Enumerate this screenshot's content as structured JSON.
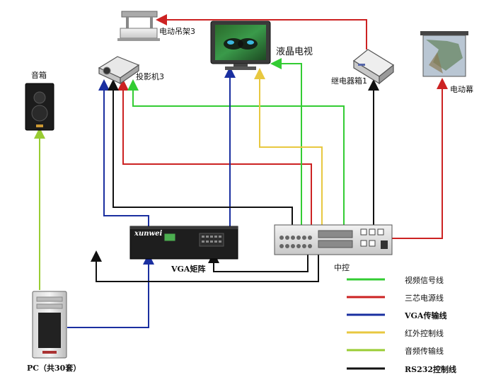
{
  "labels": {
    "speaker": "音箱",
    "motor_lift": "电动吊架3",
    "projector": "投影机3",
    "lcd_tv": "液晶电视",
    "relay_box": "继电器箱1",
    "screen": "电动幕",
    "vga_matrix": "VGA矩阵",
    "matrix_brand": "xunwei",
    "central_control": "中控",
    "pc": "PC（共30套）"
  },
  "legend": [
    {
      "label": "视频信号线",
      "color": "#33cc33"
    },
    {
      "label": "三芯电源线",
      "color": "#cc2222"
    },
    {
      "label": "VGA传输线",
      "color": "#1a2fa0"
    },
    {
      "label": "红外控制线",
      "color": "#e8c840"
    },
    {
      "label": "音频传输线",
      "color": "#99cc33"
    },
    {
      "label": "RS232控制线",
      "color": "#111111"
    }
  ],
  "colors": {
    "video": "#33cc33",
    "power": "#cc2222",
    "vga": "#1a2fa0",
    "ir": "#e8c840",
    "audio": "#99cc33",
    "rs232": "#111111"
  }
}
